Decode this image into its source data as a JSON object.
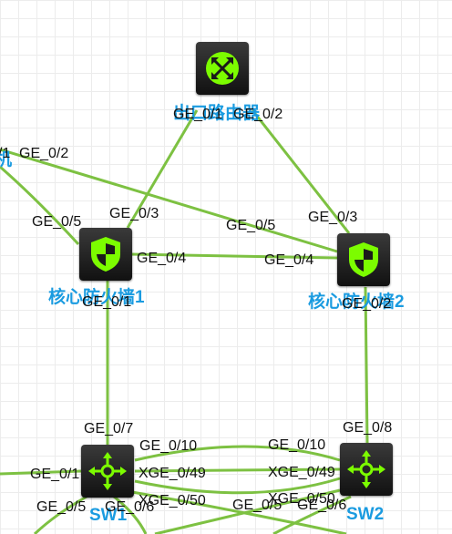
{
  "theme": {
    "link_color": "#7dc142",
    "label_color": "#1a9be0",
    "device_bg": "#1a1a1a",
    "device_accent": "#7cfc00"
  },
  "devices": {
    "router": {
      "label": "出口路由器",
      "icon": "router-icon"
    },
    "fw1": {
      "label": "核心防火墙1",
      "icon": "firewall-icon"
    },
    "fw2": {
      "label": "核心防火墙2",
      "icon": "firewall-icon"
    },
    "sw1": {
      "label": "SW1",
      "icon": "switch-icon"
    },
    "sw2": {
      "label": "SW2",
      "icon": "switch-icon"
    },
    "offscreen": {
      "label": "机"
    }
  },
  "ports": {
    "router_p1": "GE_0/1",
    "router_p2": "GE_0/2",
    "left_p1": "/1",
    "left_p2": "GE_0/2",
    "fw1_p5": "GE_0/5",
    "fw1_p3": "GE_0/3",
    "fw1_p4": "GE_0/4",
    "fw1_p1": "GE_0/1",
    "fw2_p5": "GE_0/5",
    "fw2_p3": "GE_0/3",
    "fw2_p4": "GE_0/4",
    "fw2_p2": "GE_0/2",
    "sw1_p7": "GE_0/7",
    "sw1_p10": "GE_0/10",
    "sw1_p1": "GE_0/1",
    "sw1_x49": "XGE_0/49",
    "sw1_x50": "XGE_0/50",
    "sw1_p5": "GE_0/5",
    "sw1_p6": "GE_0/6",
    "sw2_p8": "GE_0/8",
    "sw2_p10": "GE_0/10",
    "sw2_x49": "XGE_0/49",
    "sw2_x50": "XGE_0/50",
    "sw2_p5": "GE_0/5",
    "sw2_p6": "GE_0/6"
  }
}
